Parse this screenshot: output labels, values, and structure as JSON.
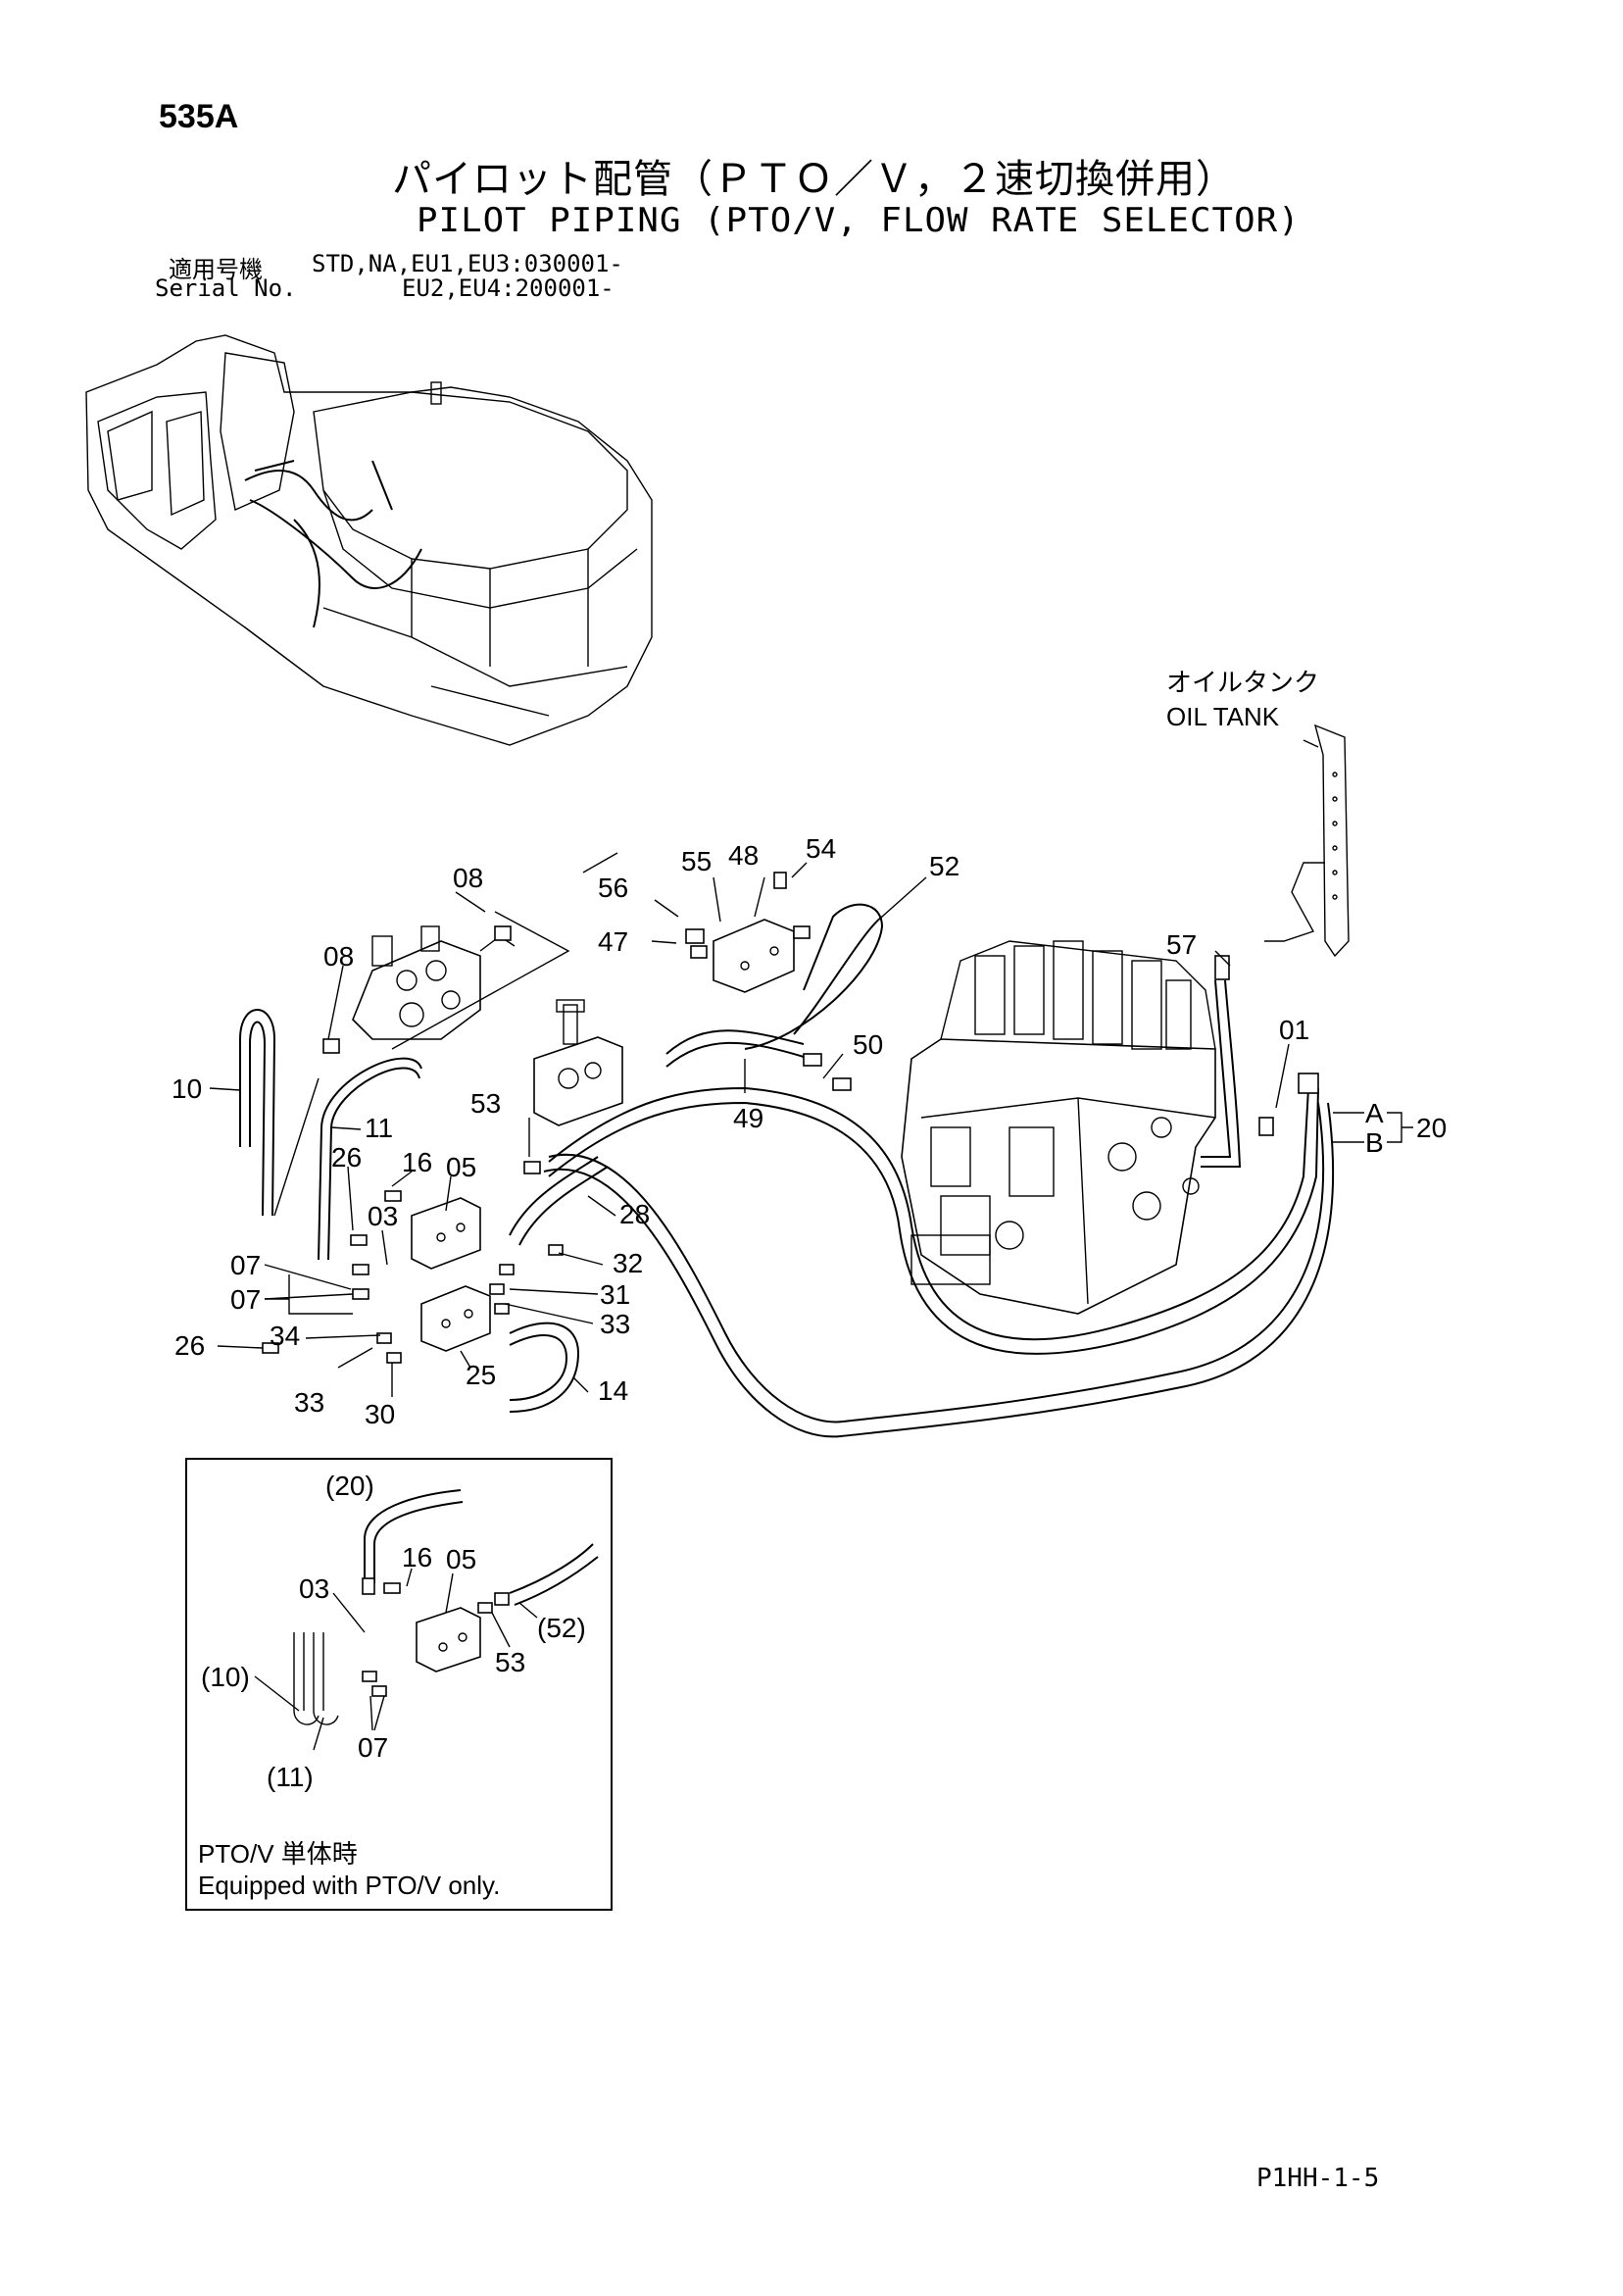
{
  "header": {
    "page_code": "535A",
    "title_jp": "パイロット配管（ＰＴＯ／Ｖ，２速切換併用）",
    "title_en": "PILOT PIPING (PTO/V, FLOW RATE SELECTOR)",
    "serial_label_jp": "適用号機",
    "serial_label_en": "Serial No.",
    "serial_line1": "STD,NA,EU1,EU3:030001-",
    "serial_line2": "EU2,EU4:200001-"
  },
  "oil_tank": {
    "label_jp": "オイルタンク",
    "label_en": "OIL TANK"
  },
  "callouts": {
    "c08a": "08",
    "c08b": "08",
    "c10": "10",
    "c11": "11",
    "c16": "16",
    "c05": "05",
    "c26a": "26",
    "c03": "03",
    "c07a": "07",
    "c07b": "07",
    "c26b": "26",
    "c34": "34",
    "c33a": "33",
    "c30": "30",
    "c25": "25",
    "c14": "14",
    "c33b": "33",
    "c31": "31",
    "c32": "32",
    "c28": "28",
    "c53": "53",
    "c49": "49",
    "c56": "56",
    "c55": "55",
    "c48": "48",
    "c54": "54",
    "c47": "47",
    "c52": "52",
    "c50": "50",
    "c57": "57",
    "c01": "01",
    "cA": "A",
    "cB": "B",
    "c20": "20"
  },
  "inset": {
    "callouts": {
      "i20": "(20)",
      "i16": "16",
      "i05": "05",
      "i03": "03",
      "i52": "(52)",
      "i53": "53",
      "i10": "(10)",
      "i07": "07",
      "i11": "(11)"
    },
    "caption_jp": "PTO/V 単体時",
    "caption_en": "Equipped with PTO/V only."
  },
  "footer": {
    "page_id": "P1HH-1-5"
  }
}
